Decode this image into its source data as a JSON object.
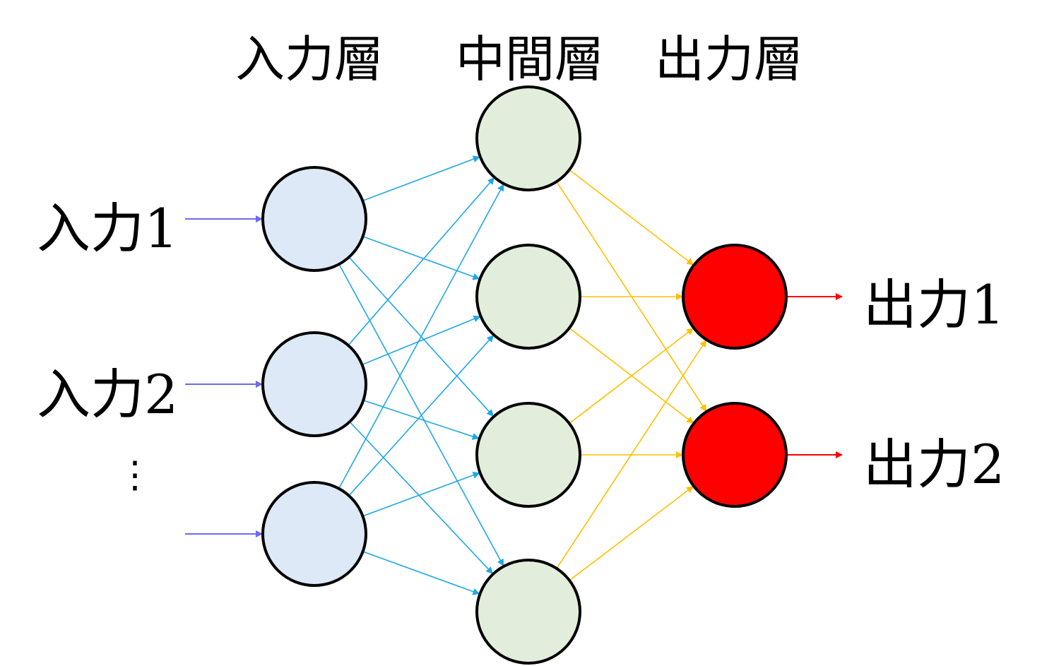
{
  "layer_titles": {
    "input": "入力層",
    "hidden": "中間層",
    "output": "出力層"
  },
  "inputs": [
    {
      "label": "入力1"
    },
    {
      "label": "入力2"
    },
    {
      "label": ""
    }
  ],
  "outputs": [
    {
      "label": "出力1"
    },
    {
      "label": "出力2"
    }
  ],
  "ellipsis": "⋮",
  "colors": {
    "input_node_fill": "#dde9f6",
    "hidden_node_fill": "#e2eedb",
    "output_node_fill": "#ff0000",
    "node_stroke": "#000000",
    "input_arrow": "#6b6bf0",
    "input_to_hidden": "#1ea7e6",
    "hidden_to_output": "#ffc000",
    "output_arrow": "#ff0000"
  },
  "structure": {
    "input_nodes": 3,
    "hidden_nodes": 4,
    "output_nodes": 2,
    "connectivity": "fully-connected"
  }
}
